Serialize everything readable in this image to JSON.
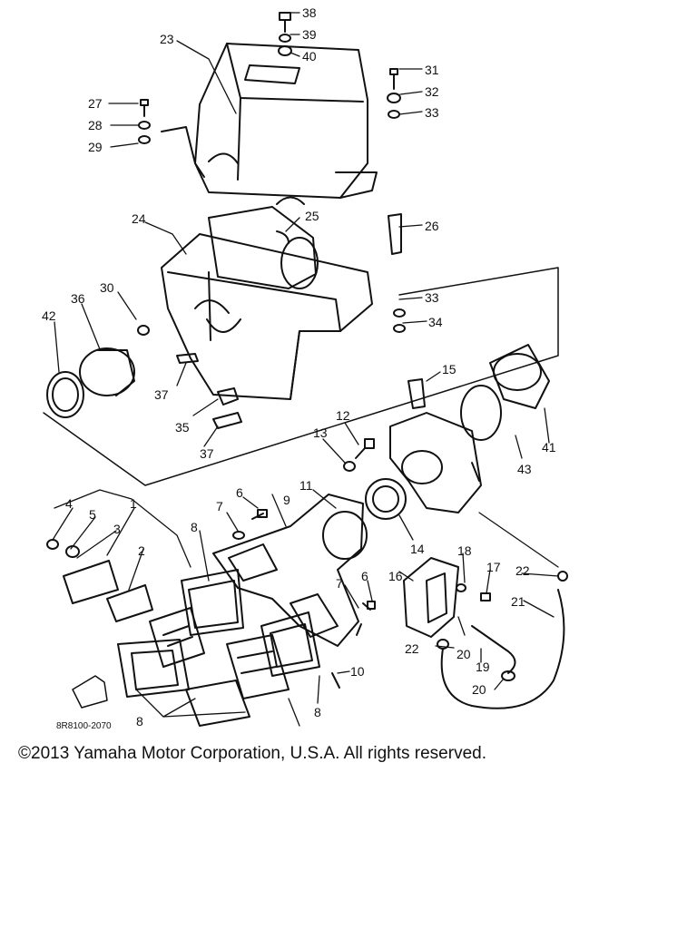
{
  "diagram": {
    "drawing_code": "8R8100-2070",
    "callouts": [
      "1",
      "2",
      "3",
      "4",
      "5",
      "6",
      "7",
      "8",
      "9",
      "10",
      "11",
      "12",
      "13",
      "14",
      "15",
      "16",
      "17",
      "18",
      "19",
      "20",
      "21",
      "22",
      "23",
      "24",
      "25",
      "26",
      "27",
      "28",
      "29",
      "30",
      "31",
      "32",
      "33",
      "34",
      "35",
      "36",
      "37",
      "38",
      "39",
      "40",
      "41",
      "42",
      "43"
    ]
  },
  "footer": {
    "copyright": "©2013 Yamaha Motor Corporation, U.S.A. All rights reserved."
  }
}
